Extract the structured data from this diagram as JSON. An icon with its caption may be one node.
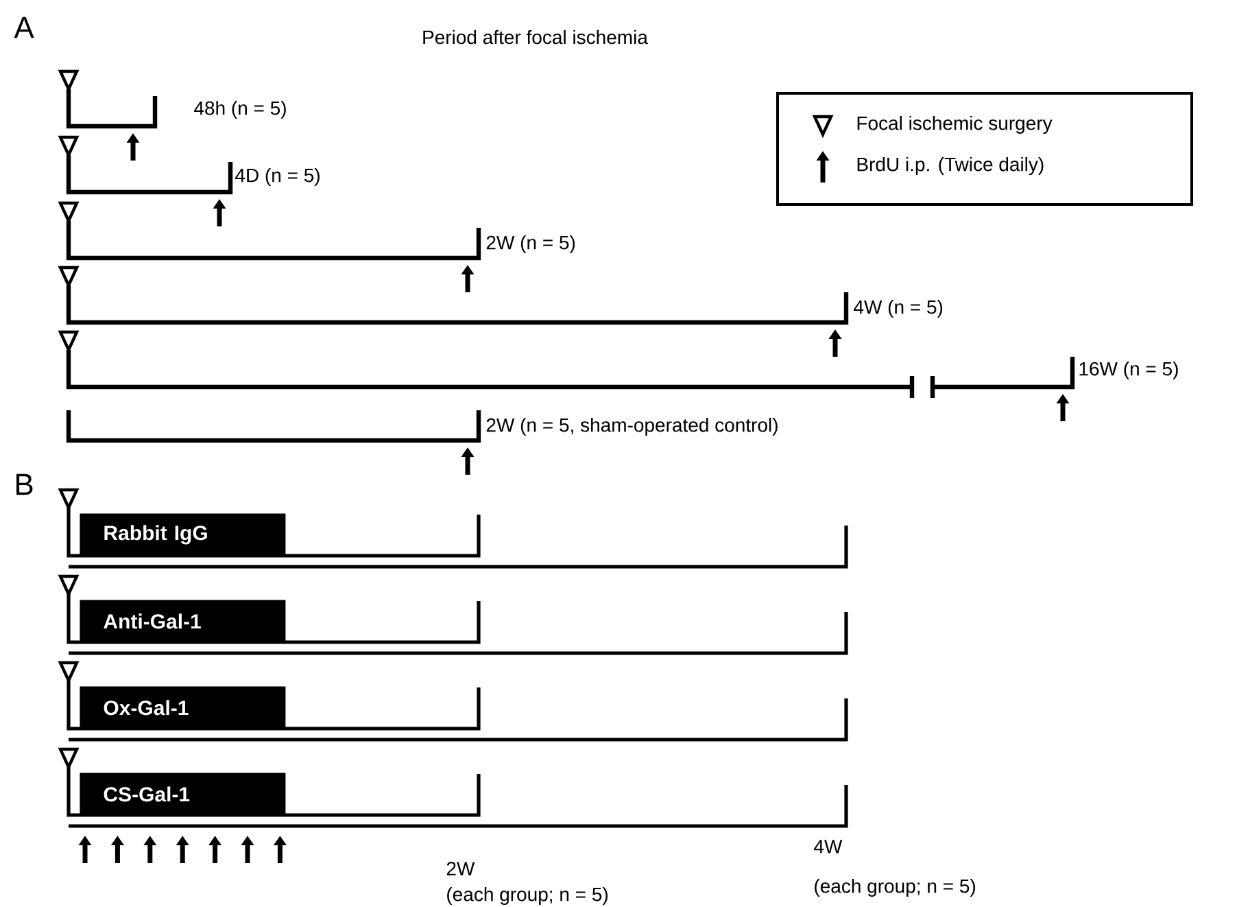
{
  "diagram": {
    "title": "Period after focal ischemia",
    "nodes": [
      {
        "text": [
          "Rabbit IgG"
        ]
      },
      {
        "text": [
          "Anti-Gal-1"
        ]
      },
      {
        "text": [
          "Ox-Gal-1"
        ]
      },
      {
        "text": [
          "CS-Gal-1"
        ]
      }
    ],
    "labels": [
      "A",
      "48h (n = 5)",
      "4D (n = 5)",
      "2W (n = 5)",
      "4W (n = 5)",
      "16W (n = 5)",
      "2W (n = 5, sham-operated control)",
      "B",
      "2W",
      "(each group; n = 5)",
      "4W",
      "(each group; n = 5)"
    ],
    "legend": [
      {
        "text": "Focal ischemic surgery"
      },
      {
        "text": "BrdU i.p. (Twice daily)"
      }
    ]
  }
}
